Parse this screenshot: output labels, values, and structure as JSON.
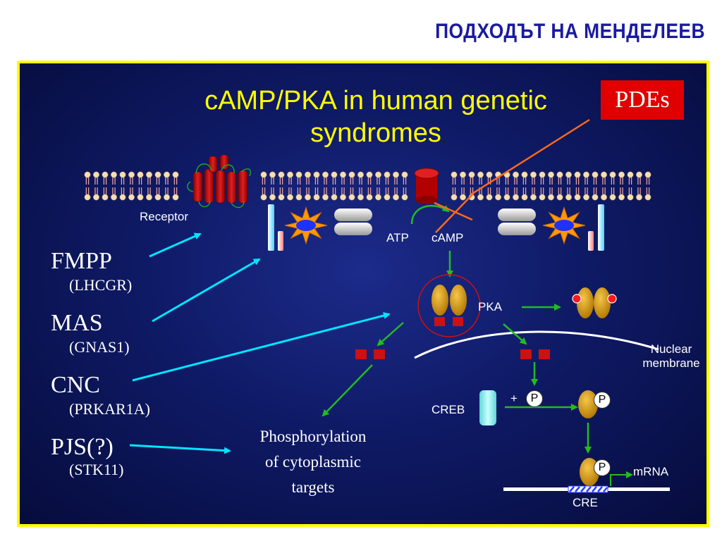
{
  "header": {
    "title": "ПОДХОДЪТ НА МЕНДЕЛЕЕВ"
  },
  "slide": {
    "title_line1": "cAMP/PKA in human genetic",
    "title_line2": "syndromes",
    "pdes_label": "PDEs"
  },
  "labels": {
    "receptor": "Receptor",
    "atp": "ATP",
    "camp": "cAMP",
    "pka": "PKA",
    "nuclear_line1": "Nuclear",
    "nuclear_line2": "membrane",
    "creb": "CREB",
    "plus": "+",
    "p": "P",
    "mrna": "mRNA",
    "cre": "CRE"
  },
  "syndromes": [
    {
      "name": "FMPP",
      "gene": "(LHCGR)"
    },
    {
      "name": "MAS",
      "gene": "(GNAS1)"
    },
    {
      "name": "CNC",
      "gene": "(PRKAR1A)"
    },
    {
      "name": "PJS(?)",
      "gene": "(STK11)"
    }
  ],
  "phosphorylation": {
    "line1": "Phosphorylation",
    "line2": "of cytoplasmic",
    "line3": "targets"
  },
  "colors": {
    "header": "#1a1aa0",
    "title": "#ffff00",
    "pdes_bg": "#e00000",
    "panel_border": "#ffff00",
    "cyan_arrow": "#00e5ff",
    "green_arrow": "#22bb22",
    "orange_line": "#ff6a1a",
    "receptor_red": "#cc1111",
    "kinase_gold": "#d4a017"
  }
}
